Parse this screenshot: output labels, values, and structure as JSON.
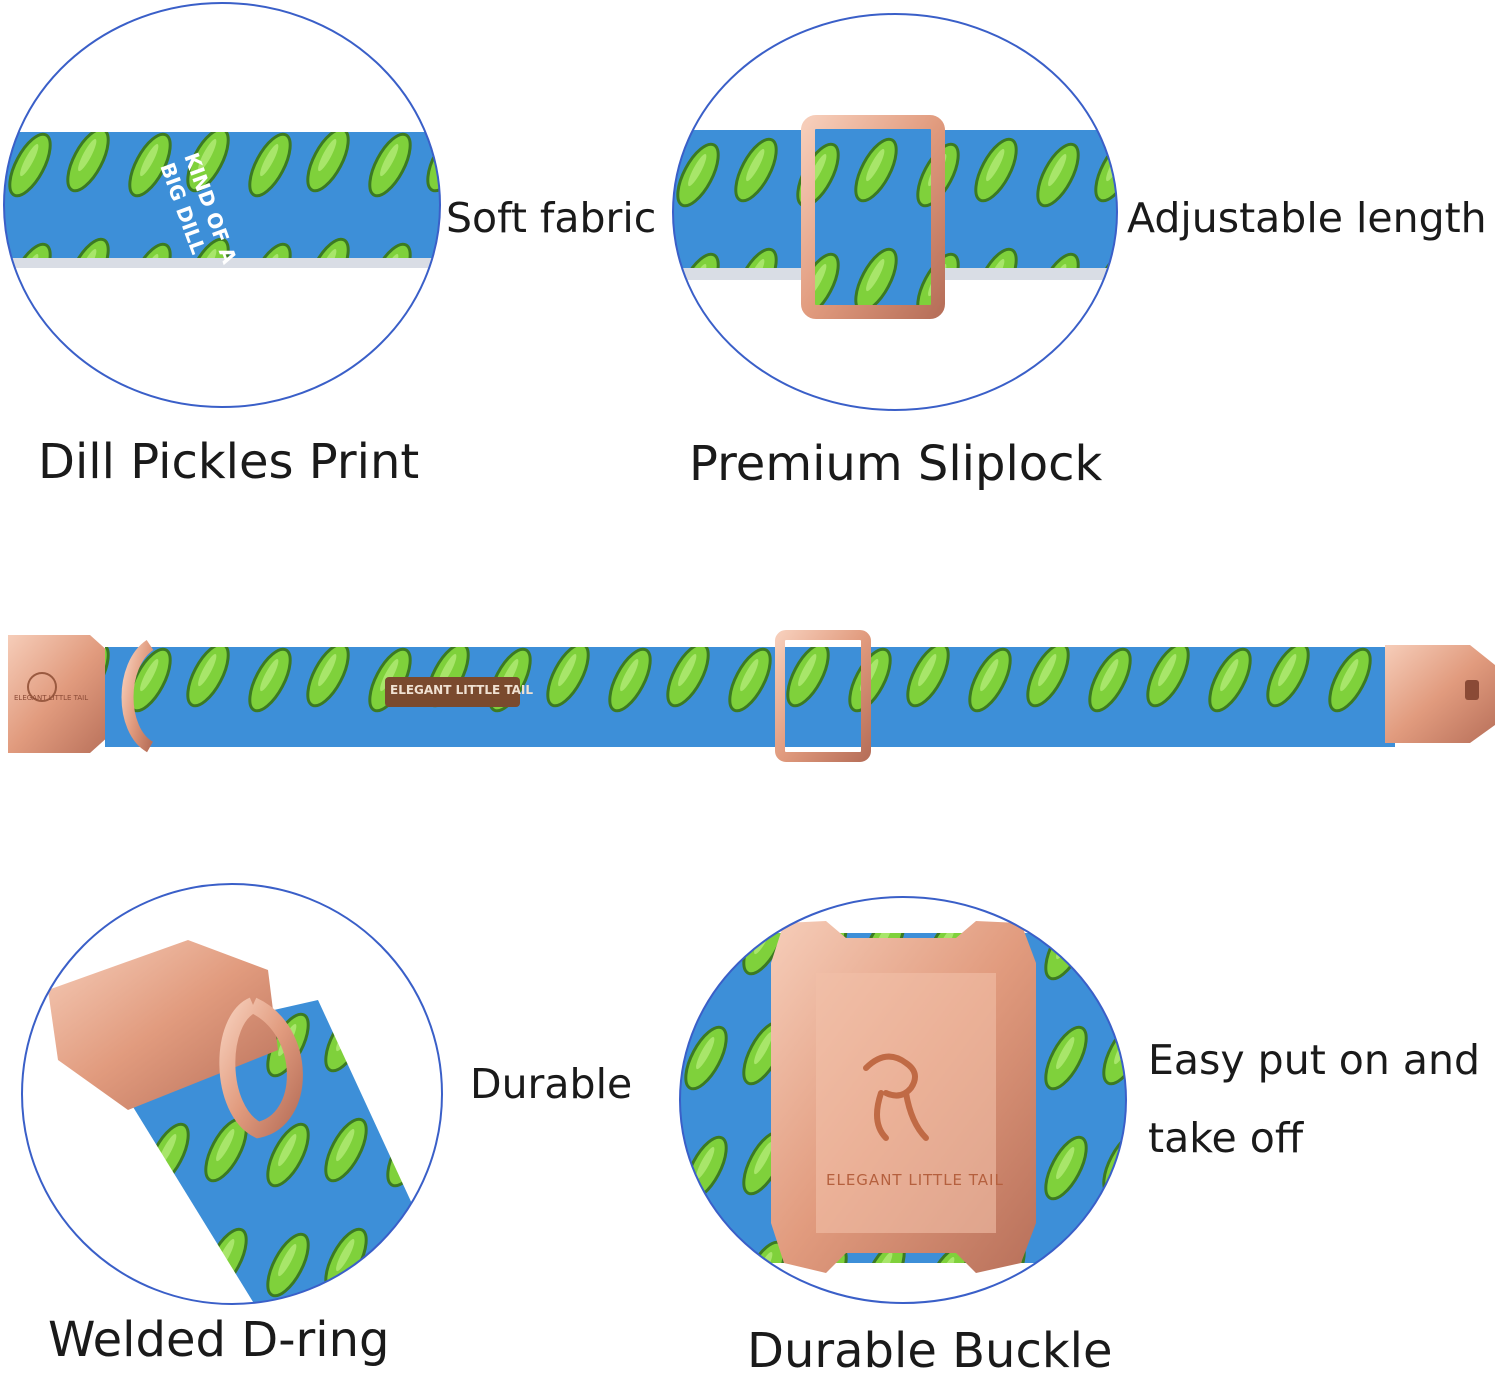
{
  "labels": {
    "soft_fabric": "Soft fabric",
    "adjustable_length": "Adjustable length",
    "dill_pickles_print": "Dill Pickles Print",
    "premium_sliplock": "Premium Sliplock",
    "durable": "Durable",
    "easy_line1": "Easy put on and",
    "easy_line2": "take off",
    "welded_d_ring": "Welded D-ring",
    "durable_buckle": "Durable Buckle"
  },
  "collar_text": {
    "print_phrase_1": "KIND OF A",
    "print_phrase_2": "BIG DILL",
    "brand_tag": "ELEGANT LITTLE TAIL"
  },
  "colors": {
    "fabric_blue": "#3d8fd8",
    "pickle_green": "#7fd13b",
    "rose_gold": "#e7a98f",
    "circle_outline": "#3a5fc8",
    "tag_brown": "#7a4a2e"
  }
}
